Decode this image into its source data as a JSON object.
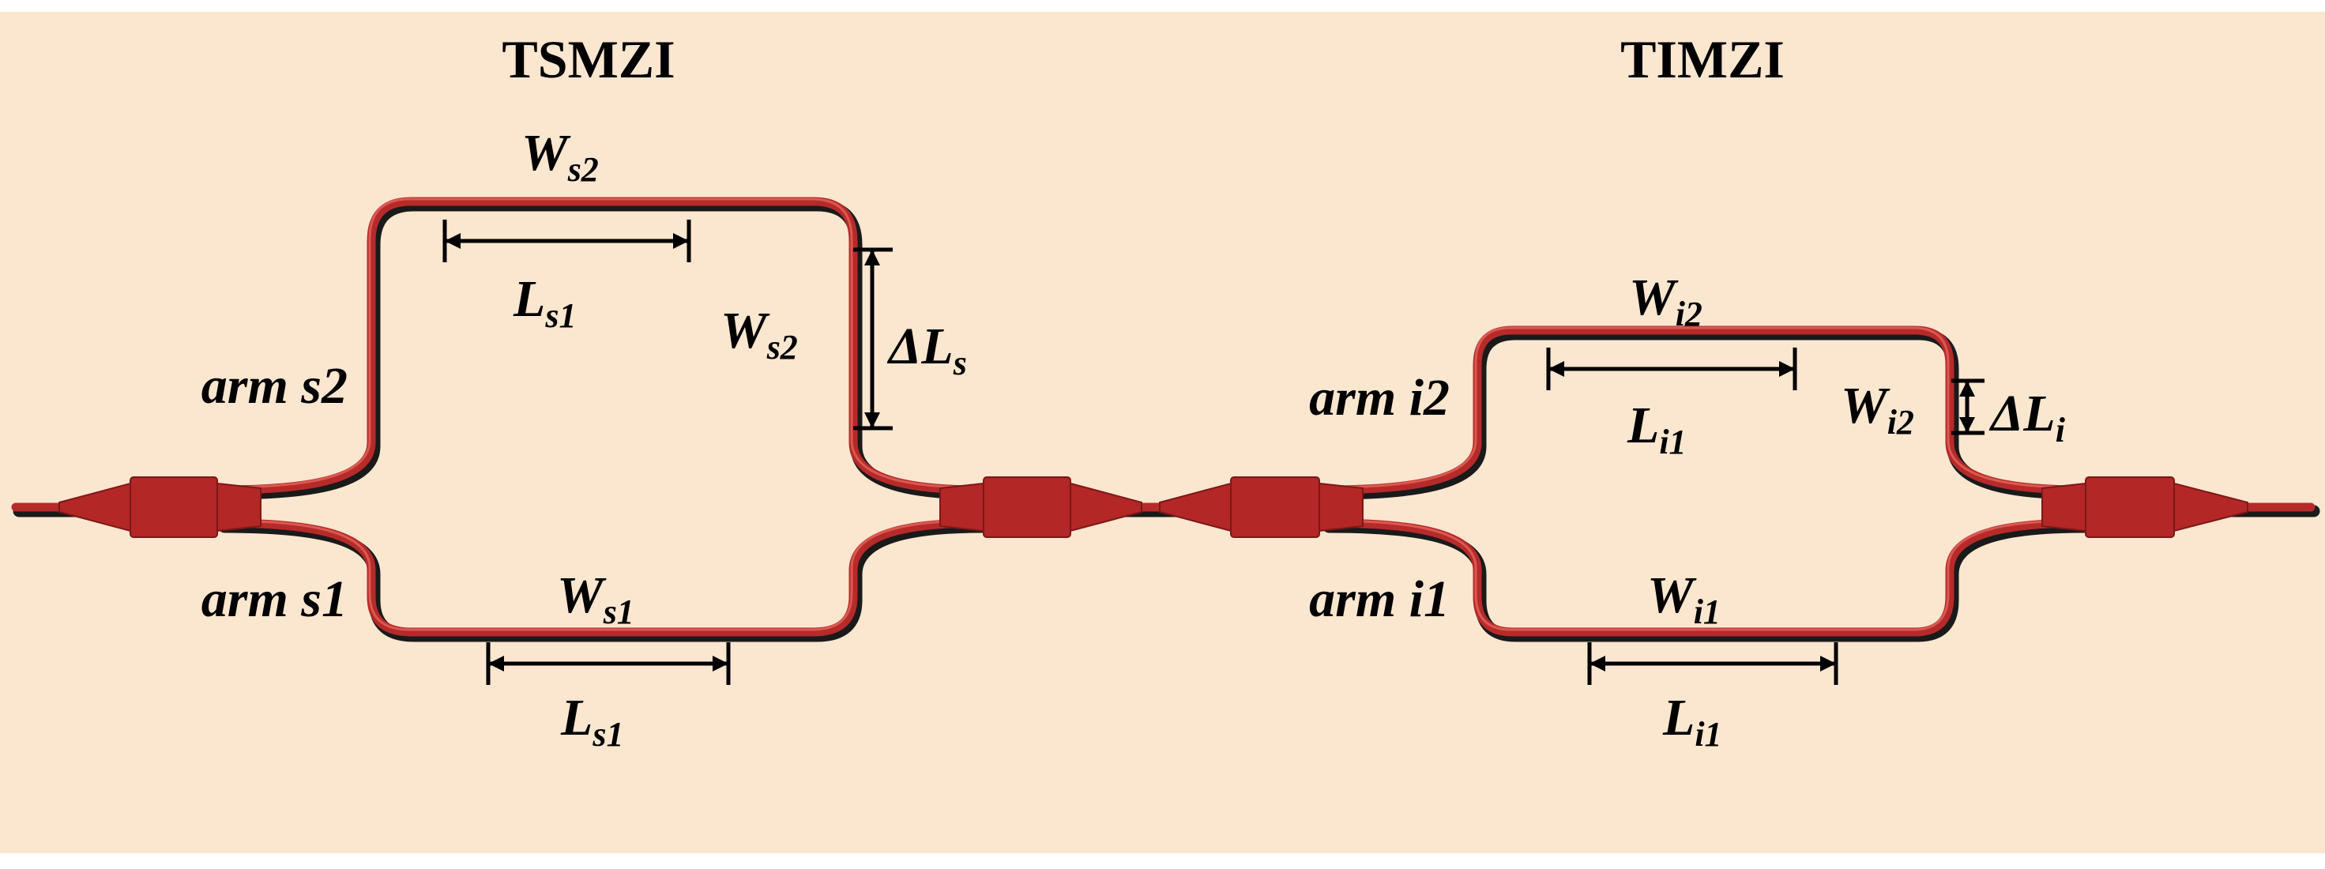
{
  "colors": {
    "background": "#fbe6d0",
    "waveguide": "#b72a2a",
    "coupler": "#b32727",
    "annotation": "#000000"
  },
  "tsmzi": {
    "title": "TSMZI",
    "arm_upper_label": "arm s2",
    "arm_lower_label": "arm s1",
    "upper_width": {
      "main": "W",
      "sub": "s2"
    },
    "upper_length": {
      "main": "L",
      "sub": "s1"
    },
    "side_width": {
      "main": "W",
      "sub": "s2"
    },
    "delta_length": {
      "main": "ΔL",
      "sub": "s"
    },
    "lower_width": {
      "main": "W",
      "sub": "s1"
    },
    "lower_length": {
      "main": "L",
      "sub": "s1"
    }
  },
  "timzi": {
    "title": "TIMZI",
    "arm_upper_label": "arm i2",
    "arm_lower_label": "arm i1",
    "upper_width": {
      "main": "W",
      "sub": "i2"
    },
    "upper_length": {
      "main": "L",
      "sub": "i1"
    },
    "side_width": {
      "main": "W",
      "sub": "i2"
    },
    "delta_length": {
      "main": "ΔL",
      "sub": "i"
    },
    "lower_width": {
      "main": "W",
      "sub": "i1"
    },
    "lower_length": {
      "main": "L",
      "sub": "i1"
    }
  }
}
